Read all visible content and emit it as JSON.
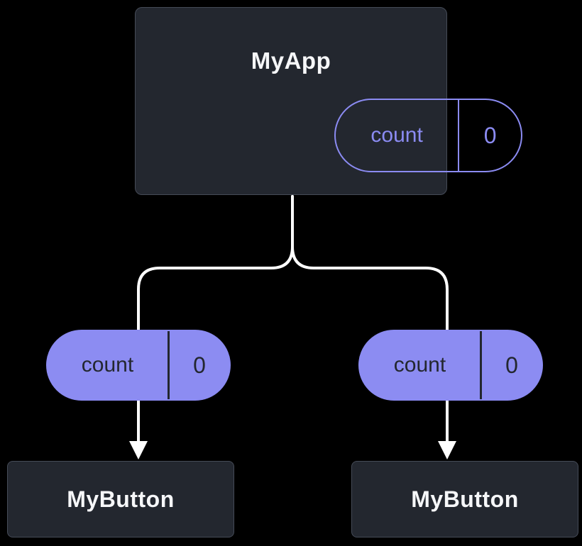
{
  "diagram": {
    "kind": "component-props-tree",
    "nodes": {
      "app": {
        "title": "MyApp",
        "prop": {
          "name": "count",
          "value": "0"
        }
      },
      "left_pill": {
        "name": "count",
        "value": "0"
      },
      "right_pill": {
        "name": "count",
        "value": "0"
      },
      "left_button": {
        "label": "MyButton"
      },
      "right_button": {
        "label": "MyButton"
      }
    }
  },
  "colors": {
    "background": "#000000",
    "node_bg": "#23272F",
    "node_border": "#454B57",
    "text_light": "#F6F7F9",
    "purple": "#8B8BF2",
    "pill_fill": "#8C8CF2",
    "pill_text_dark": "#23272F",
    "connector": "#FFFFFF"
  }
}
